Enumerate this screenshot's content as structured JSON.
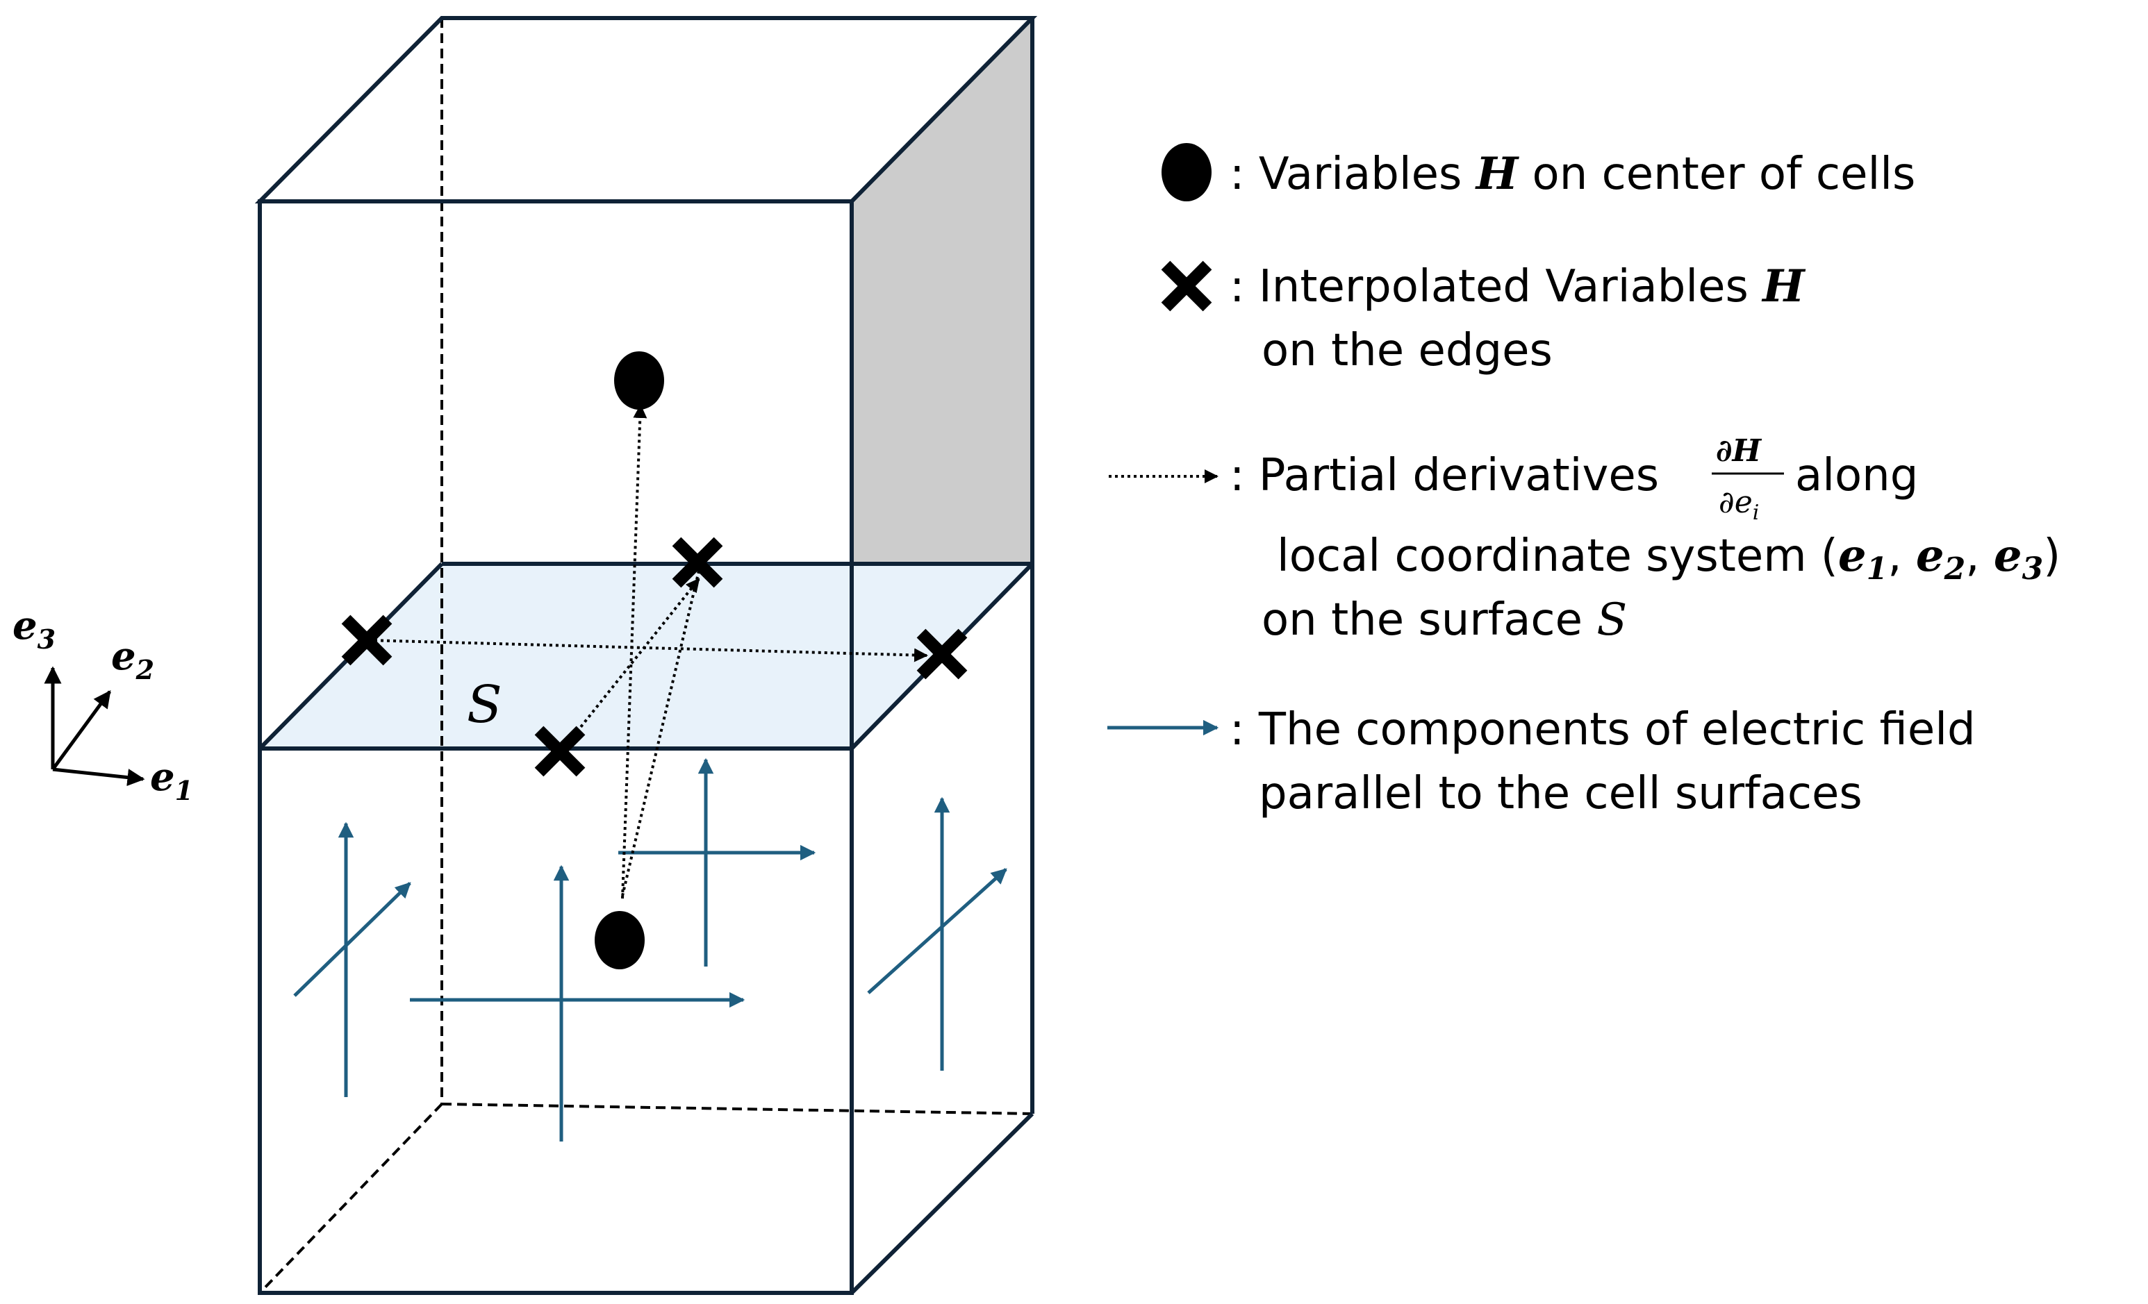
{
  "colors": {
    "frame": "#0f2236",
    "arrow_blue": "#1f5e80",
    "surface_fill": "#e8f2fa",
    "side_face": "#cccccc",
    "black": "#000000"
  },
  "axes": {
    "e1": {
      "base": "e",
      "sub": "1"
    },
    "e2": {
      "base": "e",
      "sub": "2"
    },
    "e3": {
      "base": "e",
      "sub": "3"
    }
  },
  "surface_label": "S",
  "legend": {
    "circle": {
      "icon": "filled-circle",
      "prefix": ": Variables ",
      "var": "H",
      "suffix": " on center of cells"
    },
    "cross": {
      "icon": "cross-mark",
      "prefix": ": Interpolated Variables ",
      "var": "H",
      "line2": "on the edges"
    },
    "dotted": {
      "icon": "dotted-arrow",
      "prefix": ": Partial derivatives ",
      "frac_num": "∂H",
      "frac_den_partial": "∂e",
      "frac_den_sub": "i",
      "suffix": " along",
      "line2_prefix": "local coordinate system (",
      "line2_e": "e",
      "line2_sub1": "1",
      "line2_sub2": "2",
      "line2_sub3": "3",
      "line2_sep": ", ",
      "line2_close": ")",
      "line3_prefix": "on the surface ",
      "line3_var": "S"
    },
    "solid": {
      "icon": "blue-arrow",
      "line1": ": The components of electric field",
      "line2": "parallel to the cell surfaces"
    }
  }
}
